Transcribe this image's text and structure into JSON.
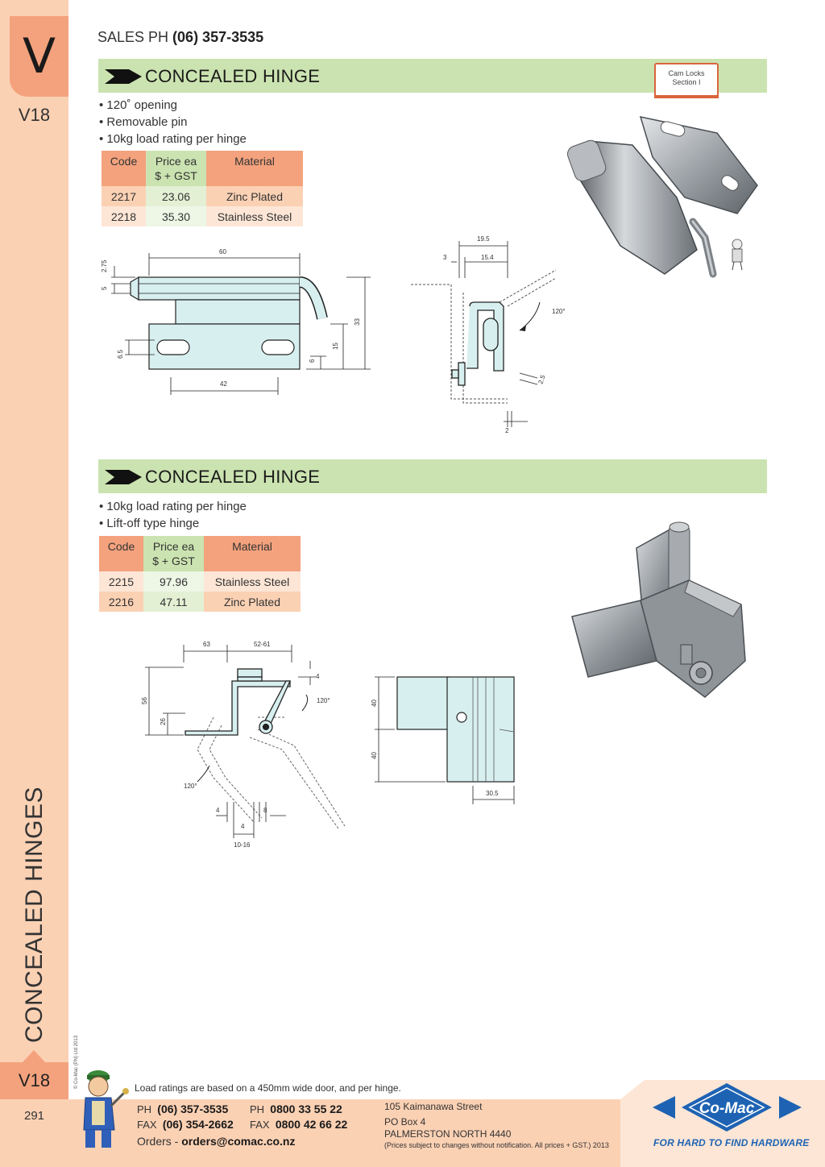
{
  "sidebar": {
    "section_letter": "V",
    "section_code": "V18",
    "vertical_title": "CONCEALED HINGES",
    "bottom_code": "V18",
    "page_number": "291",
    "copyright": "© Co-Mac (PN) Ltd 2013"
  },
  "header": {
    "sales_label": "SALES  PH ",
    "sales_phone": "(06) 357-3535"
  },
  "product1": {
    "title": "CONCEALED HINGE",
    "badge_line1": "Cam Locks",
    "badge_line2": "Section I",
    "bullets": [
      "120˚ opening",
      "Removable pin",
      "10kg load rating per hinge"
    ],
    "table": {
      "headers": {
        "code": "Code",
        "price_line1": "Price ea",
        "price_line2": "$ + GST",
        "material": "Material"
      },
      "rows": [
        {
          "code": "2217",
          "price": "23.06",
          "material": "Zinc Plated"
        },
        {
          "code": "2218",
          "price": "35.30",
          "material": "Stainless Steel"
        }
      ]
    },
    "dims_front": {
      "width": "60",
      "pin_top": "2.75",
      "pin": "5",
      "slot": "6.5",
      "spacing": "42",
      "total_h": "33",
      "mid_h": "15",
      "low_h": "6"
    },
    "dims_side": {
      "top": "19.5",
      "inner": "15.4",
      "gap": "3",
      "angle": "120°",
      "thick": "2.5",
      "bottom": "2"
    }
  },
  "product2": {
    "title": "CONCEALED HINGE",
    "bullets": [
      "10kg load rating per hinge",
      "Lift-off type hinge"
    ],
    "table": {
      "headers": {
        "code": "Code",
        "price_line1": "Price ea",
        "price_line2": "$ + GST",
        "material": "Material"
      },
      "rows": [
        {
          "code": "2215",
          "price": "97.96",
          "material": "Stainless Steel"
        },
        {
          "code": "2216",
          "price": "47.11",
          "material": "Zinc Plated"
        }
      ]
    },
    "dims_side": {
      "a": "63",
      "b": "52-61",
      "h1": "56",
      "h2": "26",
      "t": "4",
      "angle": "120°",
      "angle2": "120°",
      "d1": "4",
      "d2": "8",
      "d3": "4",
      "range": "10-16"
    },
    "dims_front": {
      "h1": "40",
      "h2": "40",
      "w": "30.5"
    }
  },
  "footer": {
    "load_note": "Load ratings are based on a 450mm wide door, and per hinge.",
    "ph_label": "PH",
    "ph": "(06) 357-3535",
    "fax_label": "FAX",
    "fax": "(06) 354-2662",
    "ph2_label": "PH",
    "ph2": "0800 33 55 22",
    "fax2_label": "FAX",
    "fax2": "0800 42 66 22",
    "orders_label": "Orders - ",
    "orders_email": "orders@comac.co.nz",
    "address1": "105 Kaimanawa Street",
    "address2": "PO Box 4",
    "address3": "PALMERSTON NORTH 4440",
    "price_note": "(Prices subject to changes without notification.  All prices + GST.)  2013",
    "brand": "Co-Mac",
    "tagline": "FOR HARD TO FIND HARDWARE"
  }
}
